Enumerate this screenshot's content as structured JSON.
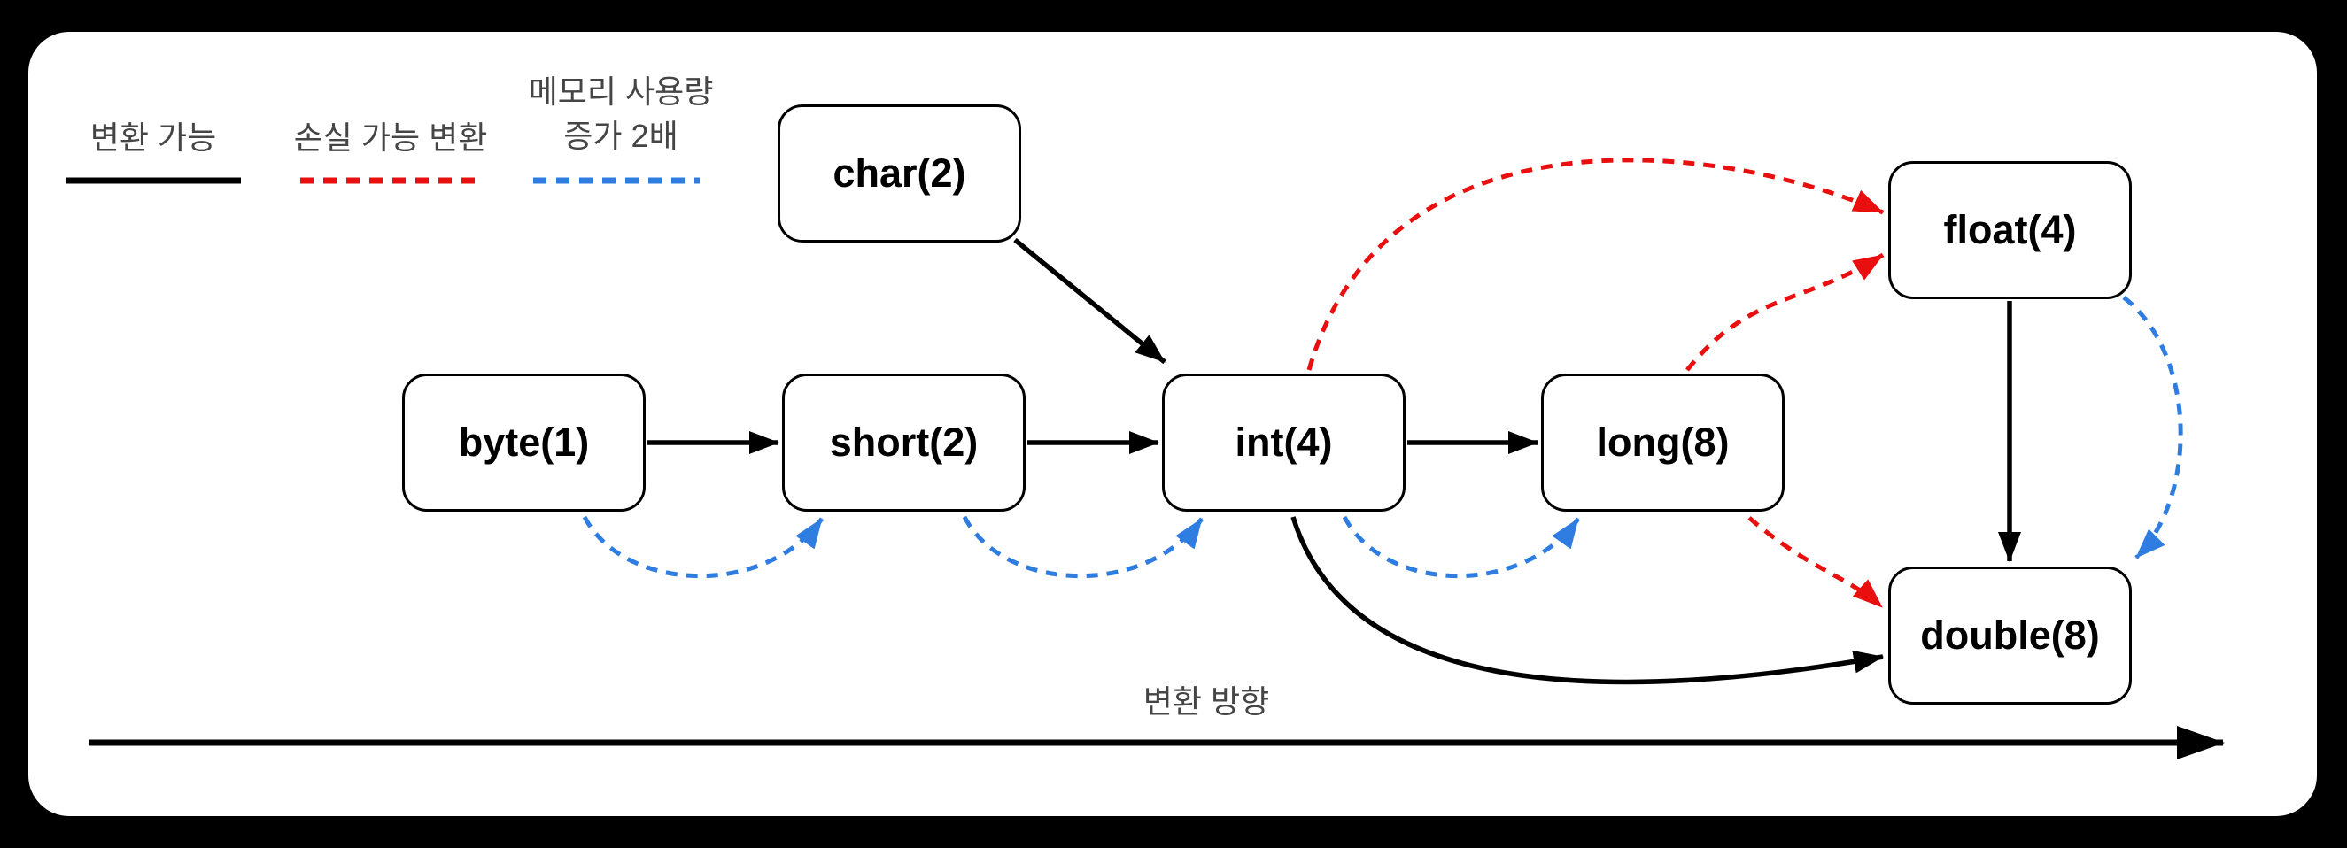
{
  "legend": {
    "items": [
      {
        "id": "convertible",
        "label": "변환 가능",
        "line_style": "solid",
        "color": "#000000"
      },
      {
        "id": "lossy-conversion",
        "label": "손실 가능 변환",
        "line_style": "dashed",
        "color": "#e90f0f"
      },
      {
        "id": "memory-2x",
        "label_line1": "메모리 사용량",
        "label_line2": "증가 2배",
        "line_style": "dashed",
        "color": "#2f7de1"
      }
    ]
  },
  "nodes": [
    {
      "id": "char",
      "label": "char(2)"
    },
    {
      "id": "byte",
      "label": "byte(1)"
    },
    {
      "id": "short",
      "label": "short(2)"
    },
    {
      "id": "int",
      "label": "int(4)"
    },
    {
      "id": "long",
      "label": "long(8)"
    },
    {
      "id": "float",
      "label": "float(4)"
    },
    {
      "id": "double",
      "label": "double(8)"
    }
  ],
  "edges": [
    {
      "from": "byte",
      "to": "short",
      "type": "convertible"
    },
    {
      "from": "short",
      "to": "int",
      "type": "convertible"
    },
    {
      "from": "int",
      "to": "long",
      "type": "convertible"
    },
    {
      "from": "char",
      "to": "int",
      "type": "convertible"
    },
    {
      "from": "int",
      "to": "double",
      "type": "convertible"
    },
    {
      "from": "float",
      "to": "double",
      "type": "convertible"
    },
    {
      "from": "int",
      "to": "float",
      "type": "lossy-conversion"
    },
    {
      "from": "long",
      "to": "float",
      "type": "lossy-conversion"
    },
    {
      "from": "long",
      "to": "double",
      "type": "lossy-conversion"
    },
    {
      "from": "byte",
      "to": "short",
      "type": "memory-2x"
    },
    {
      "from": "short",
      "to": "int",
      "type": "memory-2x"
    },
    {
      "from": "int",
      "to": "long",
      "type": "memory-2x"
    },
    {
      "from": "float",
      "to": "double",
      "type": "memory-2x"
    }
  ],
  "axis": {
    "label": "변환 방향"
  },
  "colors": {
    "background": "#000000",
    "surface": "#ffffff",
    "node_border": "#000000",
    "node_text": "#000000",
    "label_text": "#454545",
    "convertible": "#000000",
    "lossy": "#e90f0f",
    "memory_2x": "#2f7de1"
  }
}
